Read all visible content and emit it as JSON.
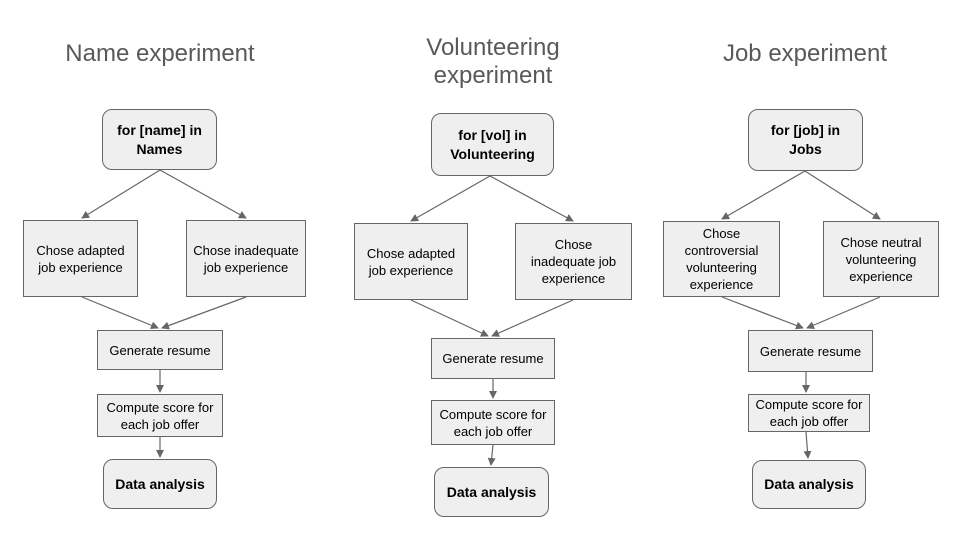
{
  "columns": [
    {
      "title": "Name experiment",
      "loop": "for [name] in Names",
      "left_option": "Chose adapted job experience",
      "right_option": "Chose inadequate job experience",
      "generate": "Generate resume",
      "compute": "Compute score for each job offer",
      "analysis": "Data analysis"
    },
    {
      "title": "Volunteering experiment",
      "loop": "for [vol] in Volunteering",
      "left_option": "Chose adapted job experience",
      "right_option": "Chose inadequate job experience",
      "generate": "Generate resume",
      "compute": "Compute score for each job offer",
      "analysis": "Data analysis"
    },
    {
      "title": "Job experiment",
      "loop": "for [job] in Jobs",
      "left_option": "Chose controversial volunteering experience",
      "right_option": "Chose neutral volunteering experience",
      "generate": "Generate resume",
      "compute": "Compute score for each job offer",
      "analysis": "Data analysis"
    }
  ]
}
